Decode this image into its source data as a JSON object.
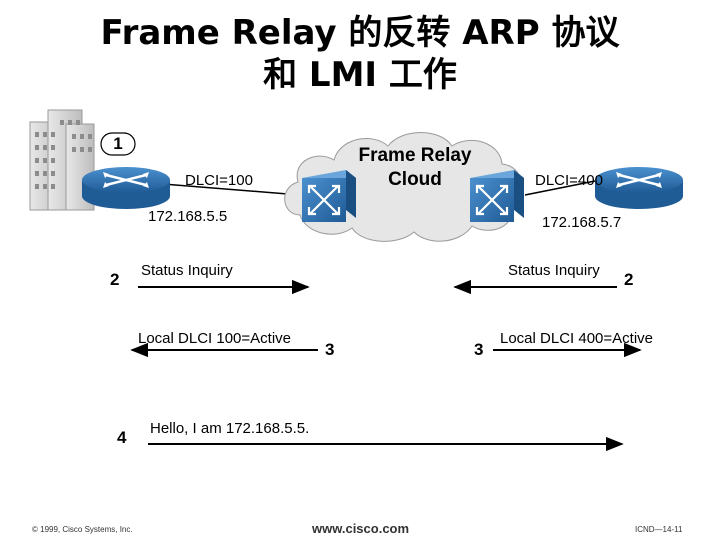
{
  "title": {
    "line1": "Frame Relay 的反转 ARP 协议",
    "line2": "和 LMI 工作"
  },
  "cloud": {
    "line1": "Frame Relay",
    "line2": "Cloud"
  },
  "left_router": {
    "step": "1",
    "dlci": "DLCI=100",
    "ip": "172.168.5.5"
  },
  "right_router": {
    "dlci": "DLCI=400",
    "ip": "172.168.5.7"
  },
  "messages": {
    "left_status": {
      "step": "2",
      "text": "Status Inquiry"
    },
    "right_status": {
      "step": "2",
      "text": "Status Inquiry"
    },
    "left_lmi": {
      "step": "3",
      "text": "Local DLCI 100=Active"
    },
    "right_lmi": {
      "step": "3",
      "text": "Local DLCI 400=Active"
    },
    "hello": {
      "step": "4",
      "text": "Hello, I am 172.168.5.5."
    }
  },
  "footer": {
    "copyright": "© 1999, Cisco Systems, Inc.",
    "url": "www.cisco.com",
    "page": "ICND—14-11"
  },
  "colors": {
    "router": "#2a6fae",
    "cloud": "#e6e6e6",
    "switch": "#2f78b7"
  }
}
